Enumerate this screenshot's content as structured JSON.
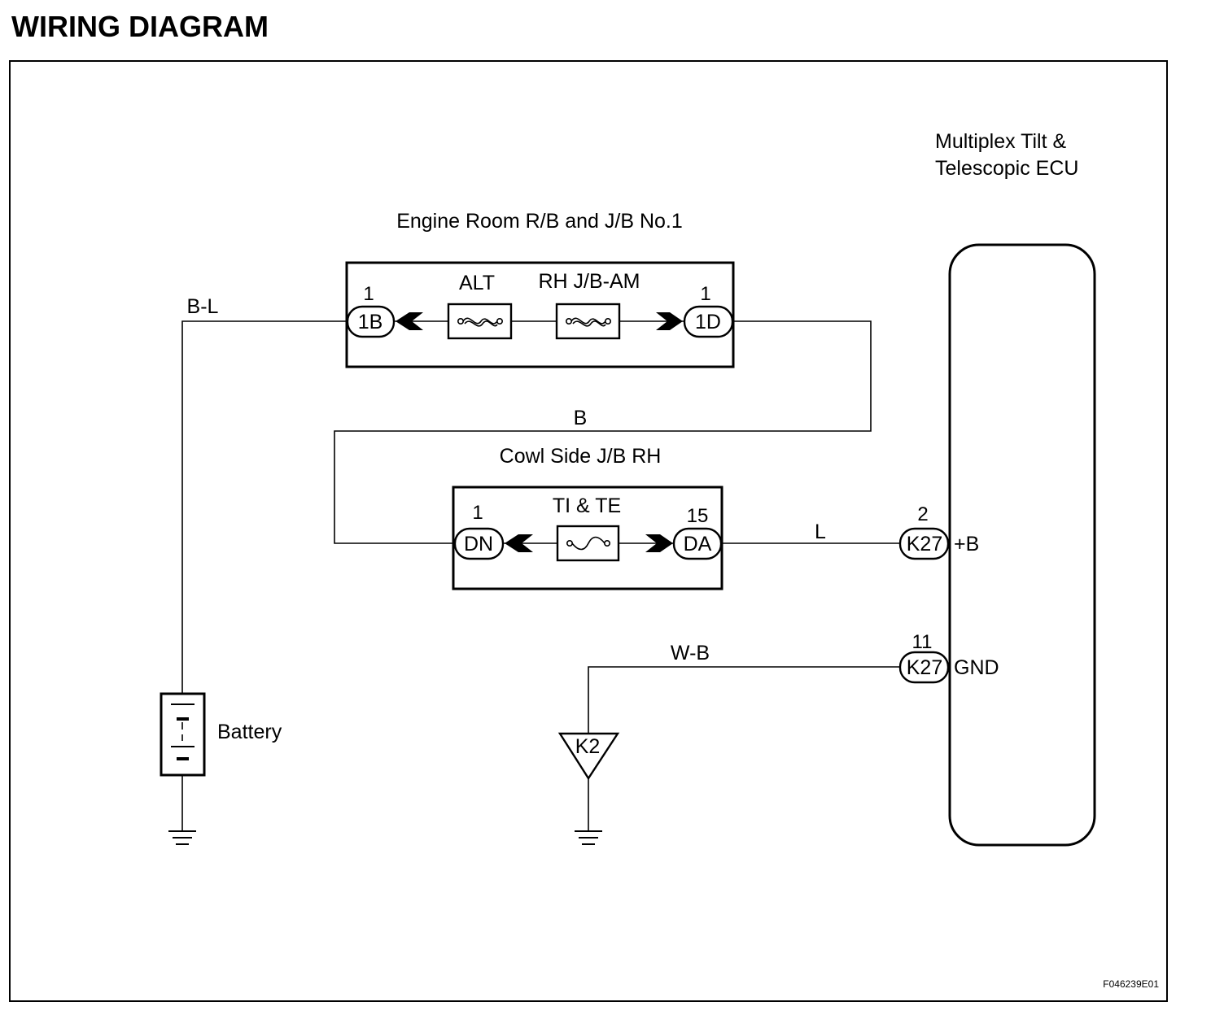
{
  "heading": "WIRING DIAGRAM",
  "ecu": {
    "name_line1": "Multiplex Tilt &",
    "name_line2": "Telescopic ECU"
  },
  "engine_room_jb": {
    "title": "Engine Room R/B and J/B No.1",
    "fuse_alt": "ALT",
    "fuse_rh": "RH J/B-AM",
    "left_connector": {
      "code": "1B",
      "pin": "1"
    },
    "right_connector": {
      "code": "1D",
      "pin": "1"
    }
  },
  "cowl_side_jb": {
    "title": "Cowl Side J/B RH",
    "fuse": "TI & TE",
    "left_connector": {
      "code": "DN",
      "pin": "1"
    },
    "right_connector": {
      "code": "DA",
      "pin": "15"
    }
  },
  "ecu_pins": {
    "b_plus": {
      "code": "K27",
      "pin": "2",
      "terminal": "+B"
    },
    "gnd": {
      "code": "K27",
      "pin": "11",
      "terminal": "GND"
    }
  },
  "wires": {
    "battery_wire": "B-L",
    "jb_link_wire": "B",
    "ecu_supply_wire": "L",
    "ground_wire": "W-B"
  },
  "battery_label": "Battery",
  "ground_point": "K2",
  "figure_id": "F046239E01"
}
